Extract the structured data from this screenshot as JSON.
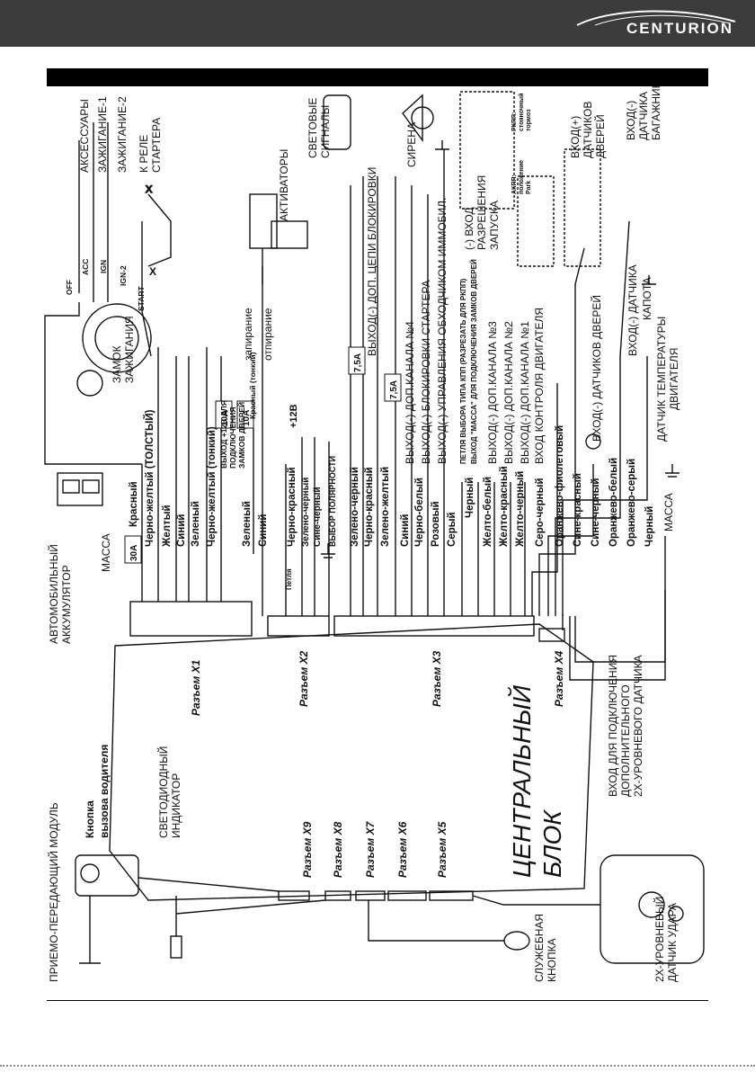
{
  "brand": {
    "name": "CENTURION"
  },
  "colors": {
    "topbar": "#3b3b3b",
    "ink": "#111111",
    "title_bar": "#000000"
  },
  "central_unit": {
    "title_line1": "ЦЕНТРАЛЬНЫЙ",
    "title_line2": "БЛОК"
  },
  "connectors": {
    "x1": "Разъем X1",
    "x2": "Разъем X2",
    "x3": "Разъем X3",
    "x4": "Разъем X4",
    "x5": "Разъем X5",
    "x6": "Разъем X6",
    "x7": "Разъем X7",
    "x8": "Разъем X8",
    "x9": "Разъем X9"
  },
  "wires": {
    "red": "Красный",
    "black_yellow_thick": "Черно-желтый (ТОЛСТЫЙ)",
    "yellow": "Желтый",
    "blue": "Синий",
    "green": "Зеленый",
    "black_yellow_thin": "Черно-желтый (тонкий)",
    "green2": "Зеленый",
    "blue2": "Синий",
    "black_red": "Черно-красный",
    "green_black": "Зелено-черный",
    "blue_black": "Сине-черный",
    "polarity": "ВЫБОР ПОЛЯРНОСТИ",
    "loop": "Петля",
    "green_black2": "Зелено-черный",
    "black_red2": "Черно-красный",
    "green_yellow": "Зелено-желтый",
    "blue3": "Синий",
    "black_white": "Черно-белый",
    "pink": "Розовый",
    "gray": "Серый",
    "black": "Черный",
    "yellow_white": "Желто-белый",
    "yellow_red": "Желто-красный",
    "yellow_black": "Желто-черный",
    "gray_black": "Серо-черный",
    "orange_violet": "Оранжево-фиолетовый",
    "blue_red": "Сине-красный",
    "blue_black2": "Сине-черный",
    "orange_white": "Оранжево-белый",
    "orange_gray": "Оранжево-серый",
    "black2": "Черный"
  },
  "labels": {
    "battery_line1": "АВТОМОБИЛЬНЫЙ",
    "battery_line2": "АККУМУЛЯТОР",
    "ground": "МАССА",
    "fuse30": "30A",
    "fuse10a": "10A",
    "fuse10b": "10A",
    "fuse75a": "7,5A",
    "fuse75b": "7,5A",
    "plus12": "+12В",
    "door_lock_power_line1": "ВЫХОД +12В ДЛЯ",
    "door_lock_power_line2": "ПОДКЛЮЧЕНИЯ",
    "door_lock_power_line3": "ЗАМКОВ ДВЕРЕЙ",
    "red_thin": "Красный (тонкий)",
    "accessories": "АКСЕССУАРЫ",
    "ign1": "ЗАЖИГАНИЕ-1",
    "ign2": "ЗАЖИГАНИЕ-2",
    "starter_relay_line1": "К РЕЛЕ",
    "starter_relay_line2": "СТАРТЕРА",
    "ign_lock_line1": "ЗАМОК",
    "ign_lock_line2": "ЗАЖИГАНИЯ",
    "sw_off": "OFF",
    "sw_acc": "ACC",
    "sw_ign": "IGN",
    "sw_ign2": "IGN-2",
    "sw_start": "START",
    "actuators": "АКТИВАТОРЫ",
    "locking": "запирание",
    "unlocking": "отпирание",
    "light_signals_line1": "СВЕТОВЫЕ",
    "light_signals_line2": "СИГНАЛЫ",
    "siren": "СИРЕНА",
    "out_lock_chain": "ВЫХОД(-) ДОП. ЦЕПИ БЛОКИРОВКИ",
    "out_ch4": "ВЫХОД(-) ДОП.КАНАЛА №4",
    "out_starter_block": "ВЫХОД(-) БЛОКИРОВКИ СТАРТЕРА",
    "out_immobilizer": "ВЫХОД(-) УПРАВЛЕНИЯ ОБХОДЧИКОМ ИММОБИЛ.",
    "gear_loop": "ПЕТЛЯ ВЫБОРА ТИПА КПП (РАЗРЕЗАТЬ ДЛЯ РКПП)",
    "ground_door_out": "ВЫХОД \"МАССА\" ДЛЯ ПОДКЛЮЧЕНИЯ ЗАМКОВ ДВЕРЕЙ",
    "out_ch3": "ВЫХОД(-) ДОП.КАНАЛА №3",
    "out_ch2": "ВЫХОД(-) ДОП.КАНАЛА №2",
    "out_ch1": "ВЫХОД(-) ДОП.КАНАЛА №1",
    "in_engine": "ВХОД КОНТРОЛЯ ДВИГАТЕЛЯ",
    "start_permit_line1": "(-) ВХОД",
    "start_permit_line2": "РАЗРЕШЕНИЯ",
    "start_permit_line3": "ЗАПУСКА",
    "door_plus_line1": "ВХОД(+)",
    "door_plus_line2": "ДАТЧИКОВ",
    "door_plus_line3": "ДВЕРЕЙ",
    "trunk_line1": "ВХОД(-)",
    "trunk_line2": "ДАТЧИКА",
    "trunk_line3": "БАГАЖНИКА",
    "door_minus": "ВХОД(-) ДАТЧИКОВ ДВЕРЕЙ",
    "hood_line1": "ВХОД(-) ДАТЧИКА",
    "hood_line2": "КАПОТА",
    "temp_line1": "ДАТЧИК ТЕМПЕРАТУРЫ",
    "temp_line2": "ДВИГАТЕЛЯ",
    "mass": "МАССА",
    "aux_sensor_line1": "ВХОД ДЛЯ ПОДКЛЮЧЕНИЯ",
    "aux_sensor_line2": "ДОПОЛНИТЕЛЬНОГО",
    "aux_sensor_line3": "2Х-УРОВНЕВОГО ДАТЧИКА",
    "transceiver": "ПРИЕМО-ПЕРЕДАЮЩИЙ МОДУЛЬ",
    "driver_btn_line1": "Кнопка",
    "driver_btn_line2": "вызова водителя",
    "led_line1": "СВЕТОДИОДНЫЙ",
    "led_line2": "ИНДИКАТОР",
    "service_btn_line1": "СЛУЖЕБНАЯ",
    "service_btn_line2": "КНОПКА",
    "shock_line1": "2Х-УРОВНЕВЫЙ",
    "shock_line2": "ДАТЧИК УДАРА",
    "akpp_line1": "АКПП:",
    "akpp_line2": "положение",
    "akpp_line3": "Park",
    "rkpp_line1": "РКПП:",
    "rkpp_line2": "стояночный",
    "rkpp_line3": "тормоз",
    "x_mark": "X"
  }
}
